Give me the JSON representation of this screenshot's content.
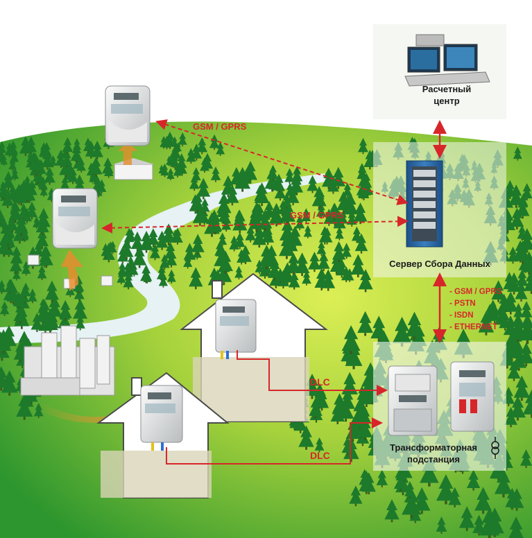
{
  "nodes": {
    "billing_center": {
      "label_line1": "Расчетный",
      "label_line2": "центр"
    },
    "data_server": {
      "label": "Сервер Сбора Данных"
    },
    "substation": {
      "label_line1": "Трансформаторная",
      "label_line2": "подстанция"
    }
  },
  "links": {
    "gsm_top": "GSM / GPRS",
    "gsm_middle": "GSM / GPRS",
    "dlc_upper": "DLC",
    "dlc_lower": "DLC"
  },
  "server_channels": [
    "- GSM / GPRS",
    "- PSTN",
    "- ISDN",
    "- ETHERNET"
  ],
  "colors": {
    "sky": "#ffffff",
    "grass_light": "#cfe84a",
    "grass_dark": "#2f9a2c",
    "forest": "#1f7a2e",
    "river": "#e8f3f5",
    "link_red": "#d7262a",
    "panel": "#f1f5f0"
  }
}
